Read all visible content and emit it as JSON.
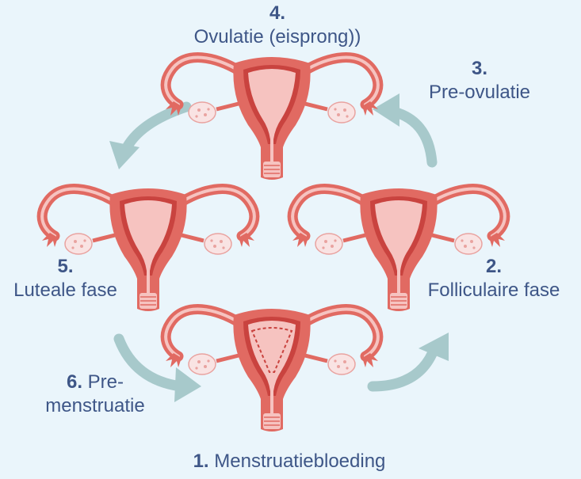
{
  "colors": {
    "background": "#eaf5fb",
    "text": "#3e5687",
    "arrow": "#a7c9cb",
    "uterus_outer": "#e16a62",
    "uterus_dark": "#c9433f",
    "uterus_inner": "#f6c3c0",
    "ovary": "#f9e3e3"
  },
  "stages": {
    "ovulation": {
      "number": "4.",
      "name": "Ovulatie (eisprong))"
    },
    "pre_ovulation": {
      "number": "3.",
      "name": "Pre-ovulatie"
    },
    "follicular": {
      "number": "2.",
      "name": "Folliculaire fase"
    },
    "luteal": {
      "number": "5.",
      "name": "Luteale fase"
    },
    "pre_menstruation": {
      "number": "6.",
      "name_line1": "Pre-",
      "name_line2": "menstruatie"
    },
    "menstruation": {
      "number": "1.",
      "name": "Menstruatiebloeding"
    }
  },
  "icons": [
    "uterus-icon",
    "curved-arrow-icon"
  ]
}
